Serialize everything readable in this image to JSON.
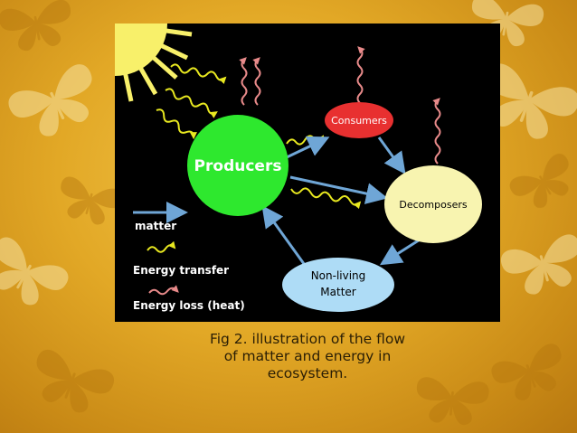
{
  "diagram": {
    "nodes": {
      "producers": "Producers",
      "consumers": "Consumers",
      "decomposers": "Decomposers",
      "nonliving_line1": "Non-living",
      "nonliving_line2": "Matter"
    },
    "legend": {
      "matter": "matter",
      "energy_transfer": "Energy transfer",
      "energy_loss": "Energy loss (heat)"
    },
    "colors": {
      "producers": "#2ee82e",
      "consumers": "#e83030",
      "decomposers": "#f8f4b0",
      "nonliving": "#aedcf6",
      "matter_arrow": "#6fa6d6",
      "energy_transfer": "#e8e820",
      "energy_loss": "#e88a8a",
      "sun": "#f8f06a"
    }
  },
  "caption": {
    "line1": "Fig 2. illustration of the flow",
    "line2": "of matter and energy in",
    "line3": "ecosystem."
  }
}
